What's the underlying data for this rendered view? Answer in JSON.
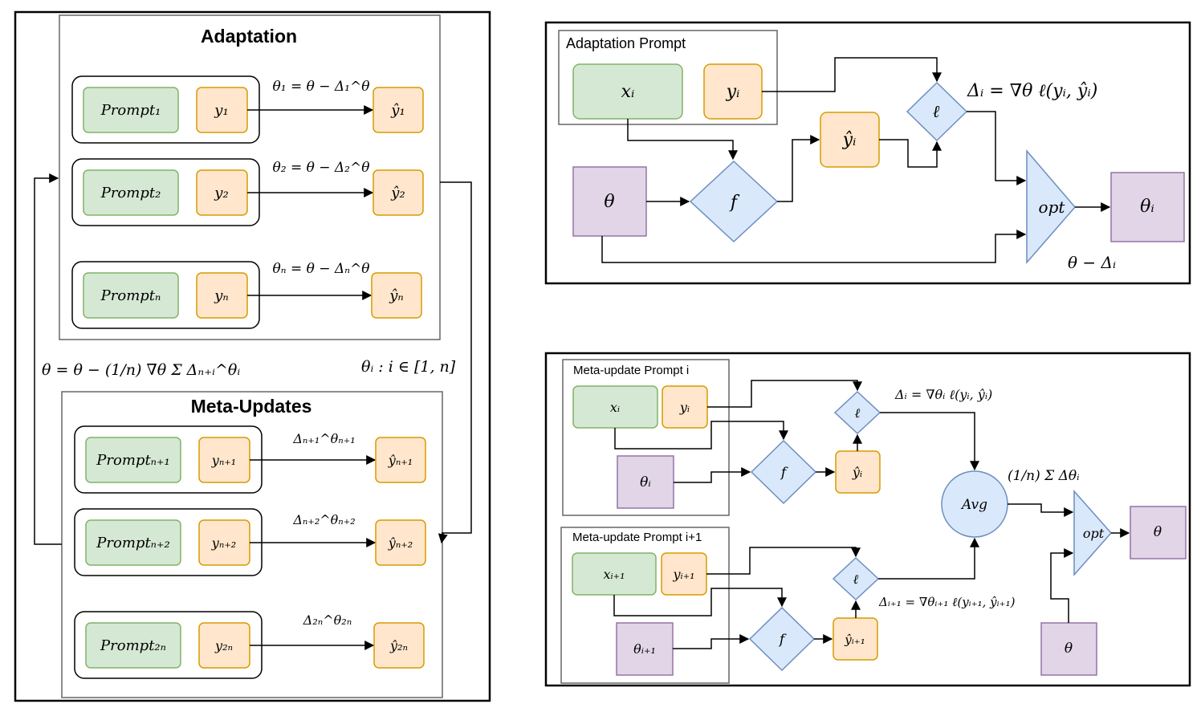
{
  "left_panel": {
    "adaptation_title": "Adaptation",
    "meta_title": "Meta-Updates",
    "adapt_rows": [
      {
        "prompt": "Prompt₁",
        "y": "y₁",
        "yhat": "ŷ₁",
        "update": "θ₁ = θ − Δ₁^θ"
      },
      {
        "prompt": "Prompt₂",
        "y": "y₂",
        "yhat": "ŷ₂",
        "update": "θ₂ = θ − Δ₂^θ"
      },
      {
        "prompt": "Promptₙ",
        "y": "yₙ",
        "yhat": "ŷₙ",
        "update": "θₙ = θ − Δₙ^θ"
      }
    ],
    "meta_rows": [
      {
        "prompt": "Promptₙ₊₁",
        "y": "yₙ₊₁",
        "yhat": "ŷₙ₊₁",
        "update": "Δₙ₊₁^θₙ₊₁"
      },
      {
        "prompt": "Promptₙ₊₂",
        "y": "yₙ₊₂",
        "yhat": "ŷₙ₊₂",
        "update": "Δₙ₊₂^θₙ₊₂"
      },
      {
        "prompt": "Prompt₂ₙ",
        "y": "y₂ₙ",
        "yhat": "ŷ₂ₙ",
        "update": "Δ₂ₙ^θ₂ₙ"
      }
    ],
    "meta_formula": "θ = θ − (1/n) ∇θ Σ Δₙ₊ᵢ^θᵢ",
    "range_formula": "θᵢ : i ∈ [1, n]"
  },
  "top_right": {
    "group_label": "Adaptation Prompt",
    "x": "xᵢ",
    "y": "yᵢ",
    "theta": "θ",
    "f": "f",
    "yhat": "ŷᵢ",
    "loss": "ℓ",
    "opt": "opt",
    "theta_i": "θᵢ",
    "delta_formula": "Δᵢ = ∇θ ℓ(yᵢ, ŷᵢ)",
    "theta_minus": "θ − Δᵢ"
  },
  "bottom_right": {
    "group1_label": "Meta-update Prompt i",
    "group2_label": "Meta-update Prompt i+1",
    "x1": "xᵢ",
    "y1": "yᵢ",
    "theta1": "θᵢ",
    "f1": "f",
    "yhat1": "ŷᵢ",
    "loss1": "ℓ",
    "x2": "xᵢ₊₁",
    "y2": "yᵢ₊₁",
    "theta2": "θᵢ₊₁",
    "f2": "f",
    "yhat2": "ŷᵢ₊₁",
    "loss2": "ℓ",
    "delta1": "Δᵢ = ∇θᵢ ℓ(yᵢ, ŷᵢ)",
    "delta2": "Δᵢ₊₁ = ∇θᵢ₊₁ ℓ(yᵢ₊₁, ŷᵢ₊₁)",
    "avg": "Avg",
    "avg_formula": "(1/n) Σ Δθᵢ",
    "opt": "opt",
    "theta_out": "θ",
    "theta_in": "θ"
  }
}
